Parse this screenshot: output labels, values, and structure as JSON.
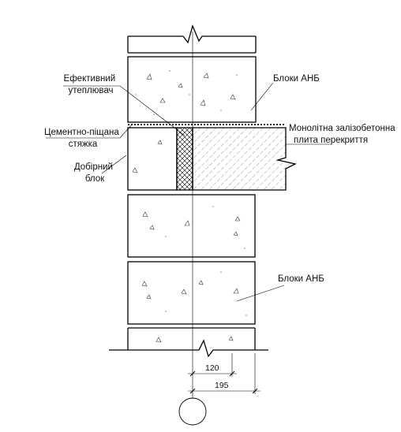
{
  "labels": {
    "insulation": [
      "Ефективний",
      "утеплювач"
    ],
    "blocks_top": "Блоки АНБ",
    "screed": [
      "Цементно-піщана",
      "стяжка"
    ],
    "slab": [
      "Монолітна залізобетонна",
      "плита перекриття"
    ],
    "extra_block": [
      "Добірний",
      "блок"
    ],
    "blocks_bottom": "Блоки АНБ"
  },
  "dimensions": {
    "inner": "120",
    "outer": "195"
  }
}
